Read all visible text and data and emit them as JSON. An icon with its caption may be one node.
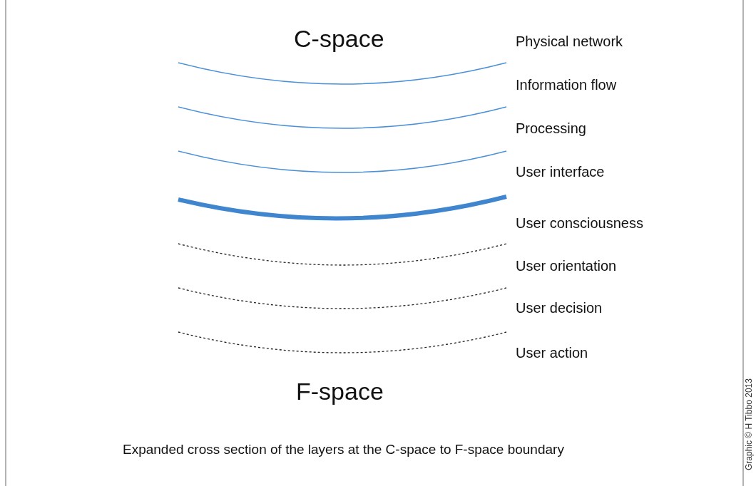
{
  "diagram": {
    "caption": "Expanded cross section of the layers at the C-space to F-space boundary",
    "labels": [
      "C-space",
      "Physical network",
      "Information flow",
      "Processing",
      "User interface",
      "User consciousness",
      "User orientation",
      "User decision",
      "User action",
      "F-space",
      "Graphic © H Tibbo 2013"
    ]
  }
}
